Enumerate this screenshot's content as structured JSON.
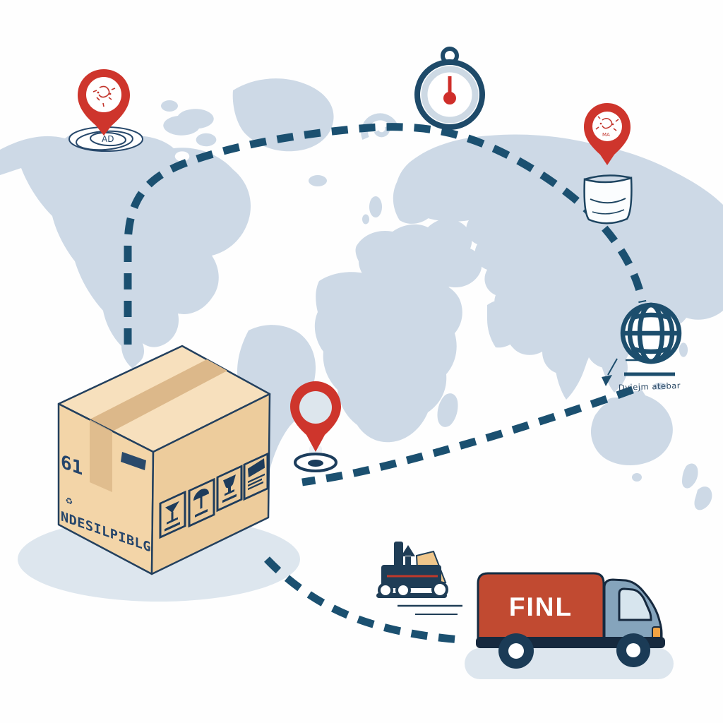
{
  "colors": {
    "map_land": "#cdd9e6",
    "route_navy": "#1b5070",
    "outline_navy": "#1c3e5a",
    "pin_red": "#ce352c",
    "accent_red": "#c0392b",
    "truck_red": "#c14a31",
    "cab_blue": "#85a4bc",
    "window_blue": "#d7e5ee",
    "headlight_orange": "#f2a343",
    "box_top": "#f7e0bd",
    "box_left": "#f3d5a8",
    "box_right": "#edcc9c",
    "tape": "#dcb88a",
    "stencil_navy": "#25456b",
    "shadow": "#dde6ee",
    "forklift_cab_tan": "#efc68b",
    "swirl_gray": "#ccd9e6"
  },
  "package": {
    "code": "61",
    "recycle_glyph": "♻",
    "stencil_text": "NDESILPIBLG",
    "symbol_count": 4
  },
  "truck": {
    "label": "FINL"
  },
  "globe": {
    "caption": "Dviejm atebar"
  },
  "markers": {
    "origin_base_text": "AD",
    "destination_inner_text": "MA"
  },
  "icons": [
    "origin-pin-icon",
    "stopwatch-icon",
    "destination-pin-icon",
    "globe-icon",
    "waypoint-pin-icon",
    "package-box",
    "forklift-icon",
    "delivery-truck-icon"
  ],
  "route": {
    "style": "dashed",
    "segments": 3
  }
}
